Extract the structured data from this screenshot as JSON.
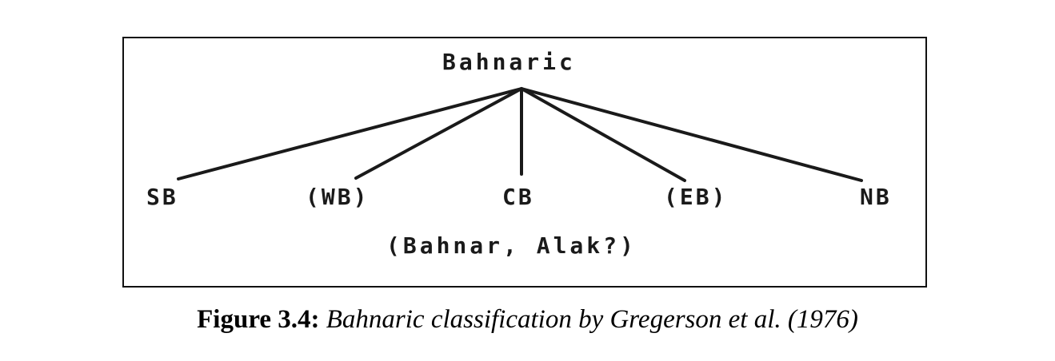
{
  "diagram": {
    "root": "Bahnaric",
    "children": [
      {
        "label": "SB"
      },
      {
        "label": "(WB)"
      },
      {
        "label": "CB",
        "note": "(Bahnar, Alak?)"
      },
      {
        "label": "(EB)"
      },
      {
        "label": "NB"
      }
    ]
  },
  "caption": {
    "label": "Figure 3.4:",
    "text": "Bahnaric classification by Gregerson et al. (1976)"
  },
  "colors": {
    "ink": "#1a1a1a",
    "border": "#111111",
    "background": "#ffffff"
  }
}
